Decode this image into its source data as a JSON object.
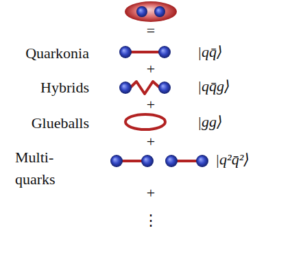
{
  "diagram": {
    "labels": [
      "=",
      "Quarkonia",
      "|qq̄⟩",
      "+",
      "Hybrids",
      "|qq̄g⟩",
      "+",
      "Glueballs",
      "|gg⟩",
      "+",
      "Multi- quarks",
      "|q²q̄²⟩",
      "+",
      "⋮"
    ]
  }
}
